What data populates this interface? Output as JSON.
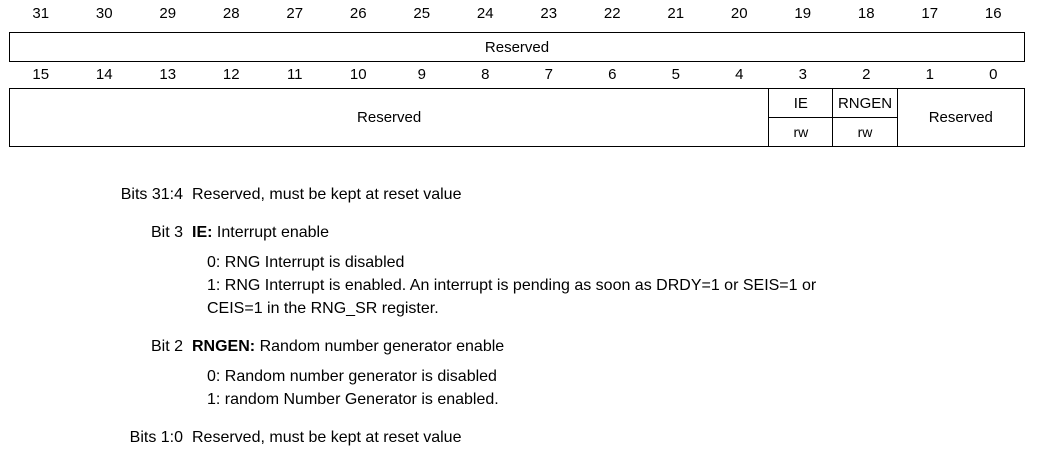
{
  "register_diagram": {
    "high_word": {
      "bit_numbers": [
        "31",
        "30",
        "29",
        "28",
        "27",
        "26",
        "25",
        "24",
        "23",
        "22",
        "21",
        "20",
        "19",
        "18",
        "17",
        "16"
      ],
      "reserved_field": {
        "label": "Reserved"
      }
    },
    "low_word": {
      "bit_numbers": [
        "15",
        "14",
        "13",
        "12",
        "11",
        "10",
        "9",
        "8",
        "7",
        "6",
        "5",
        "4",
        "3",
        "2",
        "1",
        "0"
      ],
      "reserved_15_4": {
        "label": "Reserved"
      },
      "ie": {
        "label": "IE",
        "access": "rw"
      },
      "rngen": {
        "label": "RNGEN",
        "access": "rw"
      },
      "reserved_1_0": {
        "label": "Reserved"
      }
    }
  },
  "descriptions": [
    {
      "label": "Bits 31:4",
      "text": "Reserved, must be kept at reset value"
    },
    {
      "label": "Bit 3",
      "name": "IE:",
      "text": "Interrupt enable",
      "values": [
        "0: RNG Interrupt is disabled",
        "1: RNG Interrupt is enabled. An interrupt is pending as soon as DRDY=1 or SEIS=1 or",
        "CEIS=1 in the RNG_SR register."
      ]
    },
    {
      "label": "Bit 2",
      "name": "RNGEN:",
      "text": "Random number generator enable",
      "values": [
        "0: Random number generator is disabled",
        "1: random Number Generator is enabled."
      ]
    },
    {
      "label": "Bits 1:0",
      "text": "Reserved, must be kept at reset value"
    }
  ],
  "colors": {
    "text": "#000000",
    "border": "#000000",
    "background": "#ffffff"
  }
}
